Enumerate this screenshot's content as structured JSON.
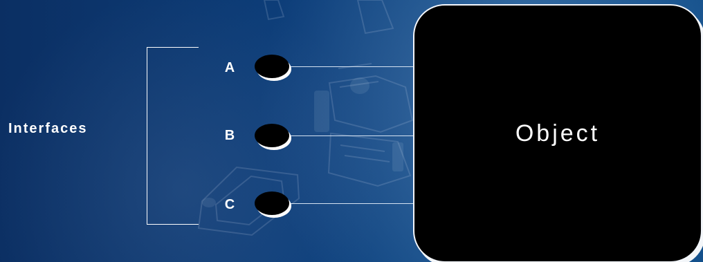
{
  "diagram": {
    "interfaces_label": "Interfaces",
    "object_label": "Object",
    "ports": [
      {
        "label": "A"
      },
      {
        "label": "B"
      },
      {
        "label": "C"
      }
    ]
  },
  "colors": {
    "background_dark": "#0b2f63",
    "background_mid": "#12528f",
    "object_fill": "#000000",
    "line": "#d6e3f2",
    "text": "#ffffff"
  }
}
